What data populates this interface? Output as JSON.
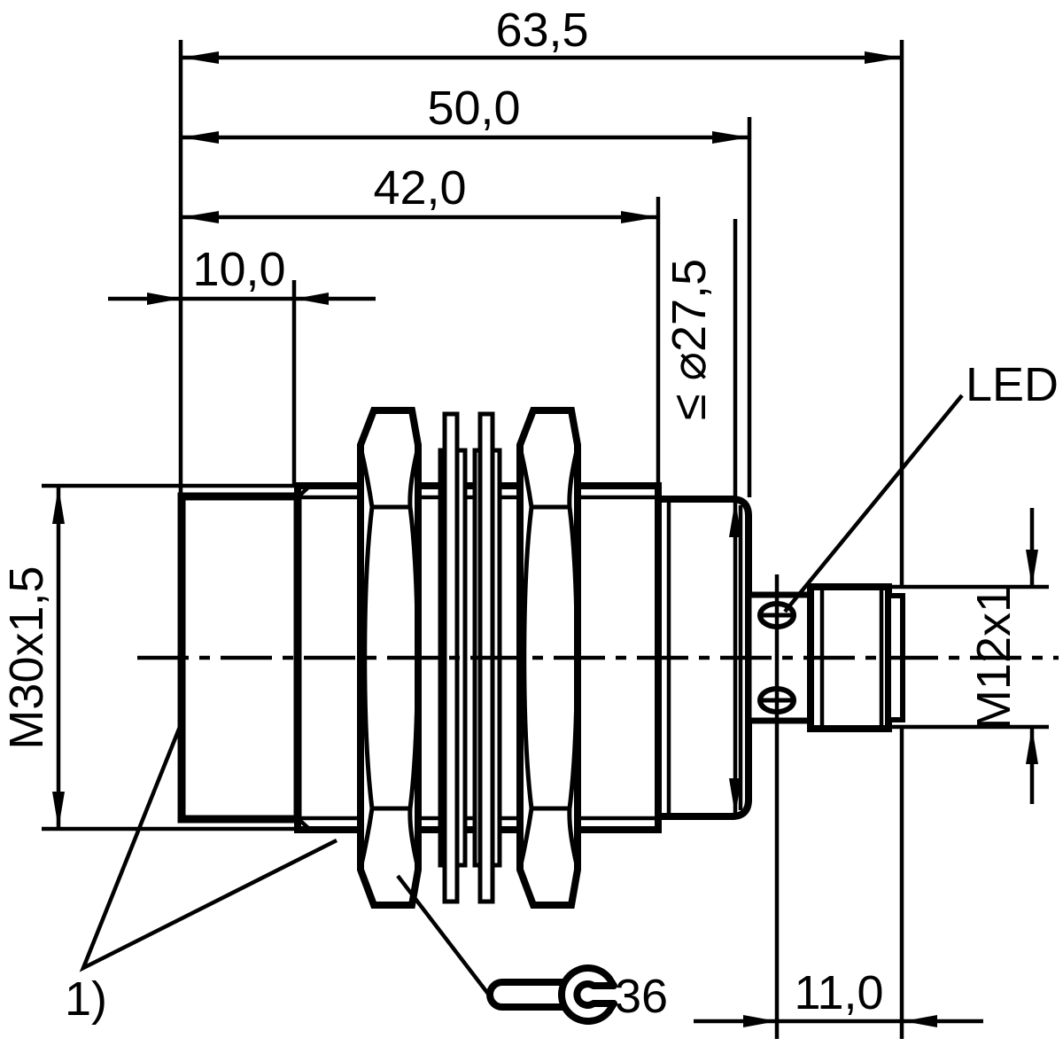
{
  "drawing": {
    "kind": "sensor-dimension-drawing",
    "background": "#ffffff",
    "line_color": "#000000",
    "dimensions": {
      "overall_length": "63,5",
      "housing_length": "50,0",
      "thread_length": "42,0",
      "tip_length": "10,0",
      "max_diameter": "≤ ⌀27,5",
      "housing_thread": "M30x1,5",
      "connector_thread": "M12x1",
      "connector_length": "11,0",
      "wrench_size": "36"
    },
    "labels": {
      "led": "LED",
      "footnote": "1)"
    }
  }
}
